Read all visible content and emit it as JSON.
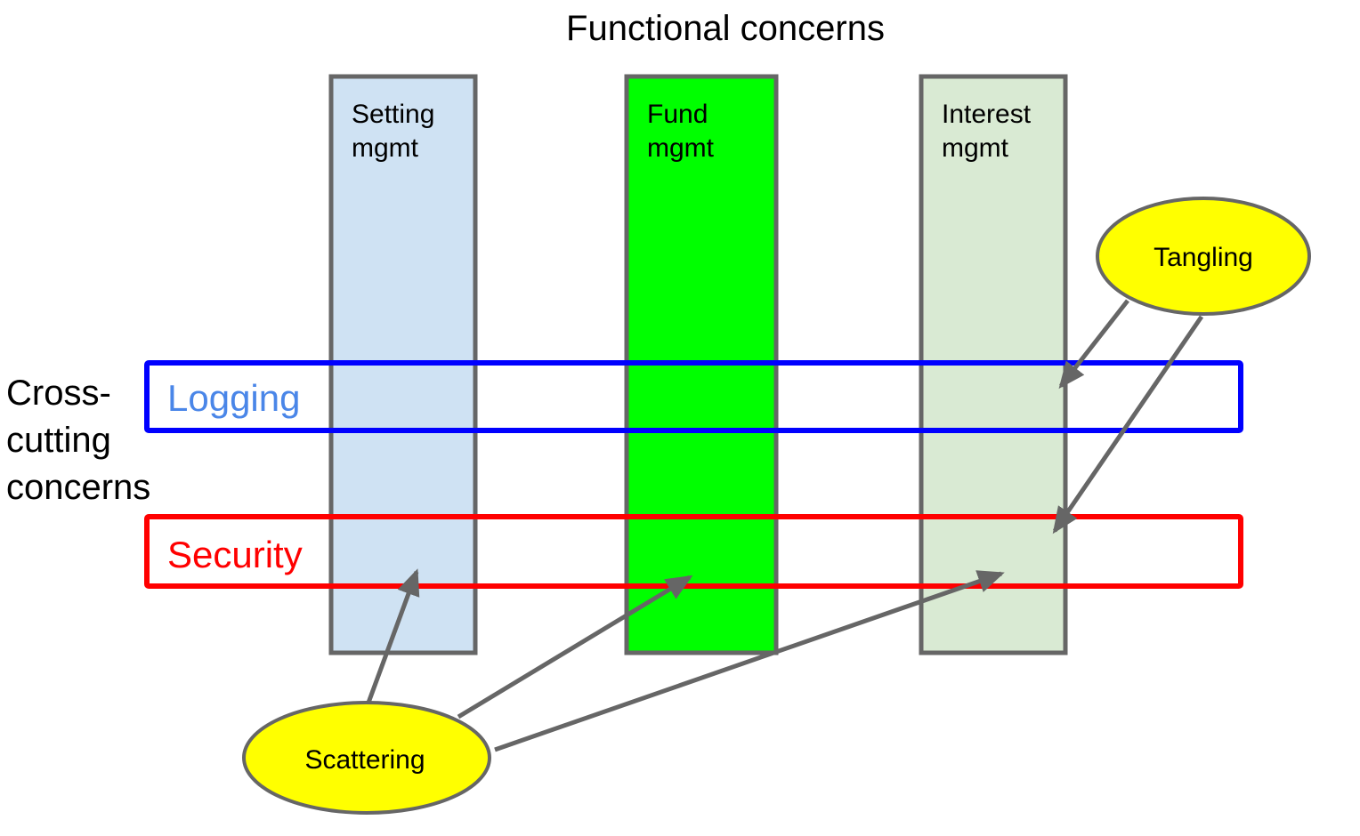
{
  "title": "Functional concerns",
  "side_label": [
    "Cross-",
    "cutting",
    "concerns"
  ],
  "columns": [
    {
      "label": [
        "Setting",
        "mgmt"
      ],
      "fill": "#cfe2f3"
    },
    {
      "label": [
        "Fund",
        "mgmt"
      ],
      "fill": "#00ff00"
    },
    {
      "label": [
        "Interest",
        "mgmt"
      ],
      "fill": "#d9ead3"
    }
  ],
  "bands": [
    {
      "label": "Logging",
      "stroke": "#0000ff",
      "text_color": "#4a86e8"
    },
    {
      "label": "Security",
      "stroke": "#ff0000",
      "text_color": "#ff0000"
    }
  ],
  "callouts": {
    "tangling": {
      "label": "Tangling",
      "fill": "#ffff00"
    },
    "scattering": {
      "label": "Scattering",
      "fill": "#ffff00"
    }
  },
  "colors": {
    "outline": "#666666",
    "text": "#000000"
  }
}
